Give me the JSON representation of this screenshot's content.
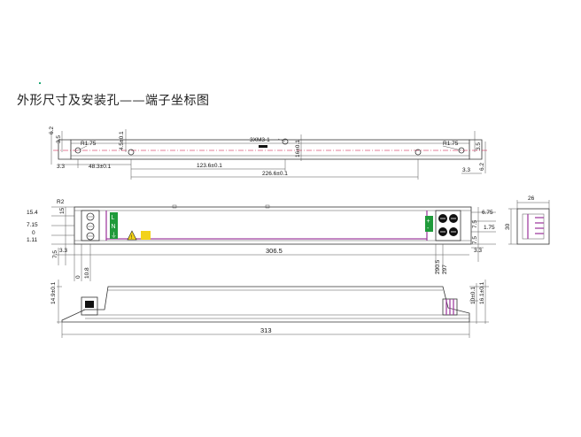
{
  "title": "外形尺寸及安装孔——端子坐标图",
  "top_view": {
    "label_r_left": "R1.75",
    "label_r_right": "R1.75",
    "screw_label": "3XM3-1",
    "dims": {
      "d62_left": "6.2",
      "d35_left": "3.5",
      "d45": "4.5±0.1",
      "d16": "16±0.1",
      "d35_right": "3.5",
      "d62_right": "6.2",
      "d33_left": "3.3",
      "d483": "48.3±0.1",
      "d1236": "123.6±0.1",
      "d2266": "226.6±0.1",
      "d33_right": "3.3"
    }
  },
  "front_view": {
    "dims": {
      "r2": "R2",
      "d154": "15.4",
      "d15": "15",
      "d715": "7.15",
      "d0": "0",
      "d111": "1.11",
      "d75": "7.5",
      "d33_left": "3.3",
      "d108": "10.8",
      "d0b": "0",
      "d3065": "306.5",
      "d2905": "290.5",
      "d297": "297",
      "d675": "6.75",
      "d75b": "7.5",
      "d175": "1.75",
      "d75c": "7.5",
      "d33_right": "3.3"
    },
    "terminal_left_letters": [
      "L",
      "N",
      "⏚"
    ],
    "terminal_right_letters": [
      "+",
      "-"
    ]
  },
  "end_view": {
    "d26": "26",
    "d30": "30"
  },
  "side_view": {
    "dims": {
      "d149": "14.9±0.1",
      "d10": "10±0.1",
      "d161": "16.1±0.1",
      "d313": "313"
    }
  },
  "colors": {
    "accent_purple": "#a040a0",
    "terminal_green": "#1f9a3a",
    "warning_yellow": "#f2d21a",
    "centerline_red": "#cc0033"
  }
}
